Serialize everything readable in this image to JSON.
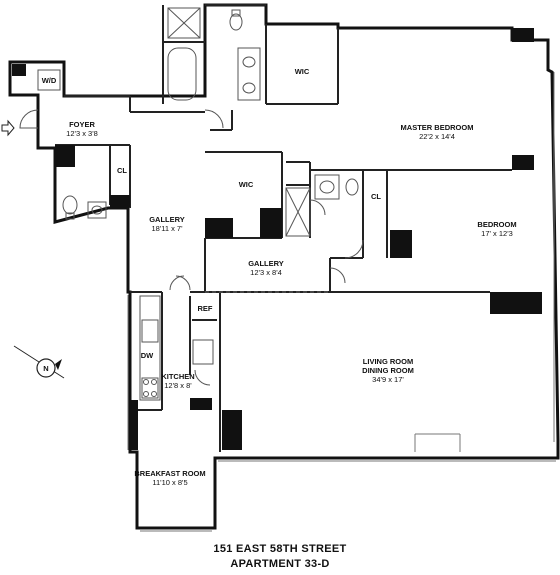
{
  "rooms": {
    "wd": {
      "name": "W/D"
    },
    "foyer": {
      "name": "FOYER",
      "dim": "12'3 x 3'8"
    },
    "cl_foyer": {
      "name": "CL"
    },
    "gallery_main": {
      "name": "GALLERY",
      "dim": "18'11 x 7'"
    },
    "wic_bath": {
      "name": "WIC"
    },
    "master": {
      "name": "MASTER BEDROOM",
      "dim": "22'2 x 14'4"
    },
    "wic_mid": {
      "name": "WIC"
    },
    "cl_bed": {
      "name": "CL"
    },
    "bedroom": {
      "name": "BEDROOM",
      "dim": "17' x 12'3"
    },
    "gallery_side": {
      "name": "GALLERY",
      "dim": "12'3 x 8'4"
    },
    "ref": {
      "name": "REF"
    },
    "dw": {
      "name": "DW"
    },
    "kitchen": {
      "name": "KITCHEN",
      "dim": "12'8 x 8'"
    },
    "living": {
      "name": "LIVING ROOM",
      "name2": "DINING ROOM",
      "dim": "34'9 x 17'"
    },
    "breakfast": {
      "name": "BREAKFAST ROOM",
      "dim": "11'10 x 8'5"
    }
  },
  "compass": {
    "label": "N"
  },
  "address": {
    "line1": "151 EAST 58TH STREET",
    "line2": "APARTMENT 33-D"
  },
  "colors": {
    "wall": "#111111",
    "line": "#444444"
  }
}
